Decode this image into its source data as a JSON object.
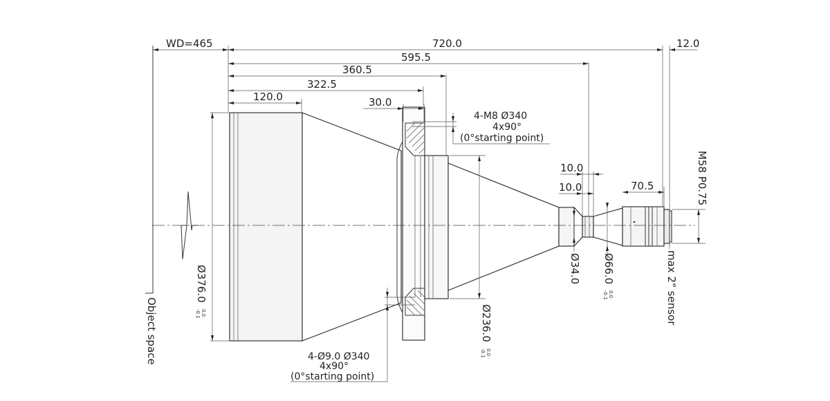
{
  "dimensions": {
    "wd": "WD=465",
    "total_length": "720.0",
    "flange_to_sensor": "12.0",
    "len_595": "595.5",
    "len_360": "360.5",
    "len_322": "322.5",
    "len_120": "120.0",
    "len_30": "30.0",
    "len_10a": "10.0",
    "len_10b": "10.0",
    "len_70": "70.5",
    "dia_376": "Ø376.0",
    "dia_376_tol_upper": "0.0",
    "dia_376_tol_lower": "-0.1",
    "dia_236": "Ø236.0",
    "dia_236_tol_upper": "0.0",
    "dia_236_tol_lower": "-0.1",
    "dia_34": "Ø34.0",
    "dia_66": "Ø66.0",
    "dia_66_tol_upper": "0.0",
    "dia_66_tol_lower": "-0.1",
    "thread": "M58 P0.75"
  },
  "callouts": {
    "top_line1": "4-M8 Ø340",
    "top_line2": "4x90°",
    "top_line3": "(0°starting point)",
    "bottom_line1": "4-Ø9.0  Ø340",
    "bottom_line2": "4x90°",
    "bottom_line3": "(0°starting point)"
  },
  "labels": {
    "object_space": "Object space",
    "sensor": "max 2\" sensor"
  }
}
